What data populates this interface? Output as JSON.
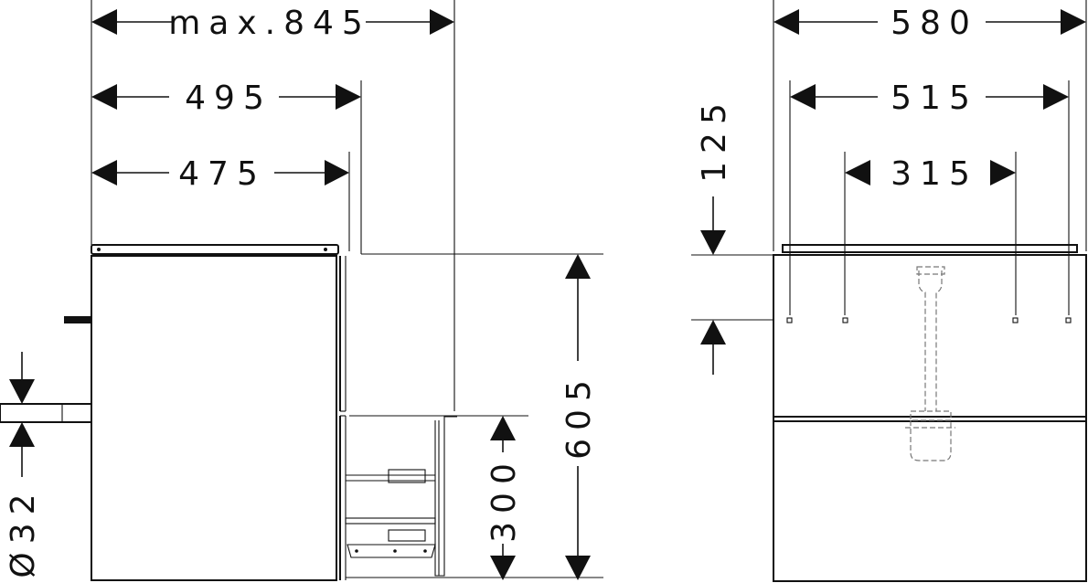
{
  "side_view": {
    "dim_total_depth": "max.845",
    "dim_top_depth": "495",
    "dim_body_depth": "475",
    "dim_height": "605",
    "dim_drawer_height": "300",
    "dim_pipe_diameter": "Ø32"
  },
  "front_view": {
    "dim_width": "580",
    "dim_hole_outer": "515",
    "dim_hole_inner": "315",
    "dim_hole_offset": "125"
  }
}
